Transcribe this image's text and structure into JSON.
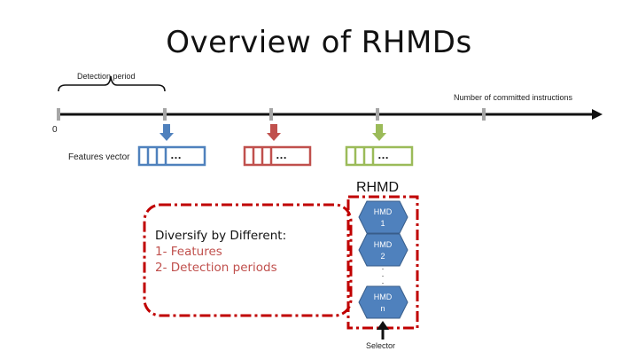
{
  "title": "Overview of RHMDs",
  "timeline": {
    "detection_period_label": "Detection period",
    "axis_label": "Number of committed instructions",
    "origin_label": "0"
  },
  "features": {
    "label": "Features vector",
    "ellipsis": "…",
    "colors": [
      "#4f81bd",
      "#c0504d",
      "#9bbb59"
    ]
  },
  "rhmd": {
    "label": "RHMD",
    "detectors": [
      {
        "name": "HMD",
        "index": "1"
      },
      {
        "name": "HMD",
        "index": "2"
      },
      {
        "name": "HMD",
        "index": "n"
      }
    ],
    "vertical_dots": ". . .",
    "selector_label": "Selector",
    "hex_color": "#4f81bd"
  },
  "diversify": {
    "line1": "Diversify by Different:",
    "line2": "1- Features",
    "line3": "2- Detection periods",
    "border_color": "#c00000"
  }
}
